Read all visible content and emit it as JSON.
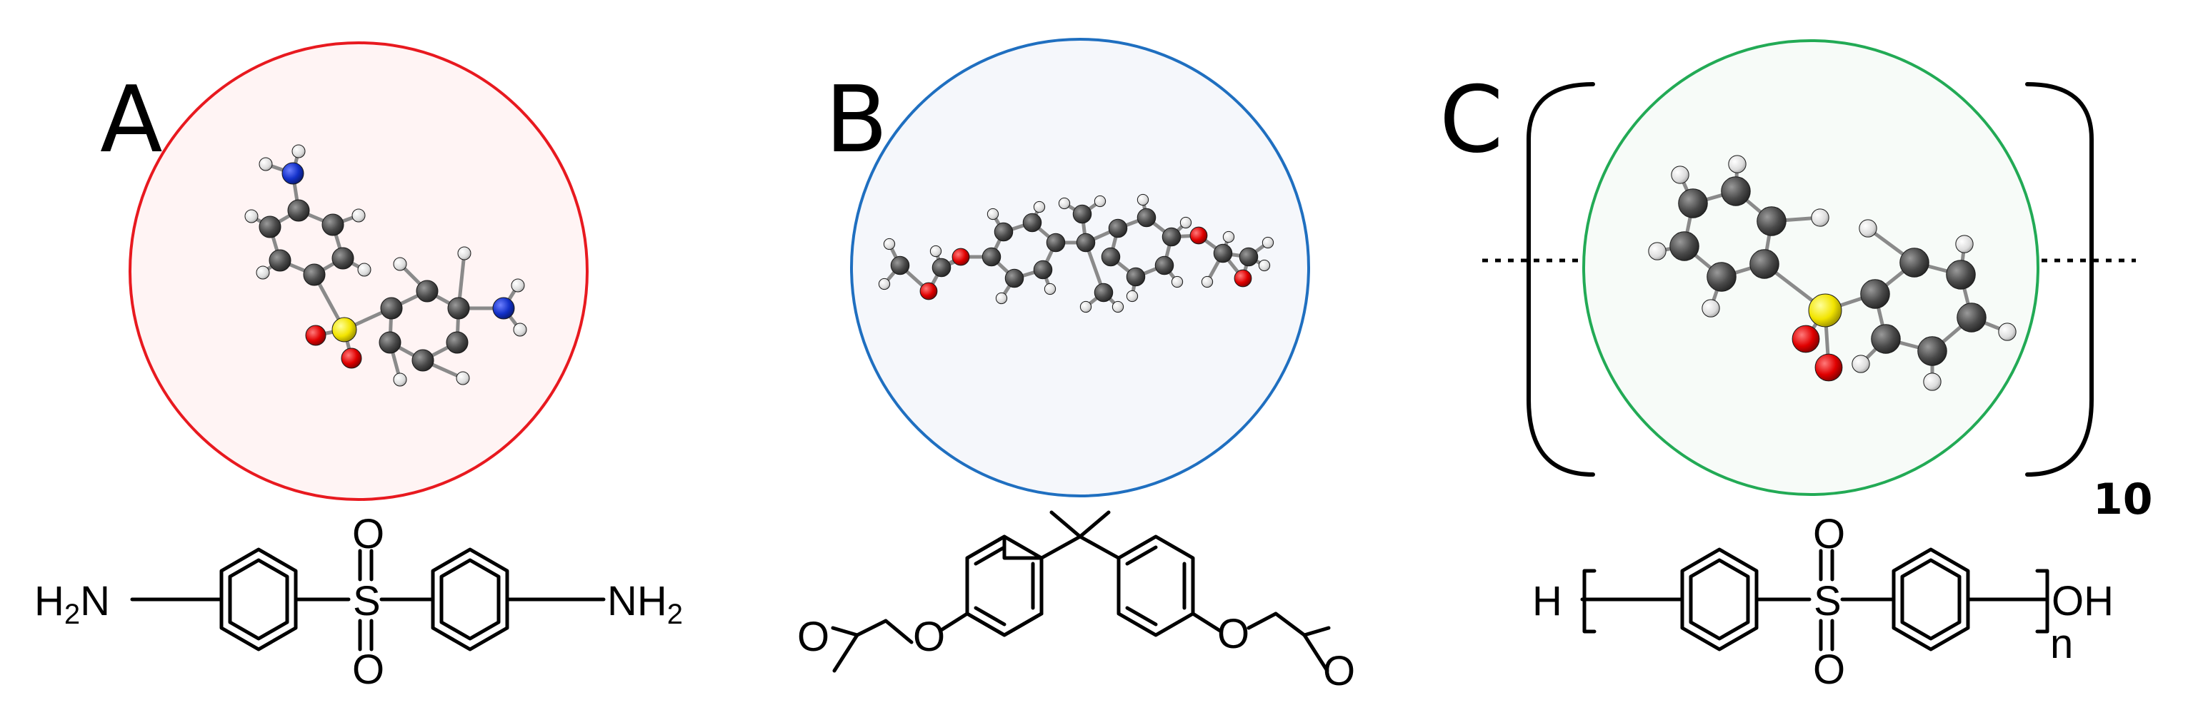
{
  "panels": [
    {
      "letter": "A",
      "circle_color": "#e8191f",
      "fill_color": "#fff4f4",
      "formula_left": "H2N",
      "formula_right": "NH2",
      "sulfonyl": {
        "s": "S",
        "o1": "O",
        "o2": "O"
      }
    },
    {
      "letter": "B",
      "circle_color": "#1f6fc0",
      "fill_color": "#f5f7fb",
      "ether_o": "O",
      "epoxide_o": "O"
    },
    {
      "letter": "C",
      "circle_color": "#22aa55",
      "fill_color": "#f7fbf8",
      "repeat_count": "10",
      "end_left": "H",
      "end_right": "OH",
      "subscript": "n",
      "sulfonyl": {
        "s": "S",
        "o1": "O",
        "o2": "O"
      }
    }
  ],
  "atom_colors": {
    "carbon": "#404040",
    "hydrogen": "#f2f2f2",
    "nitrogen": "#1230c8",
    "oxygen": "#e00000",
    "sulfur": "#f2e400"
  }
}
